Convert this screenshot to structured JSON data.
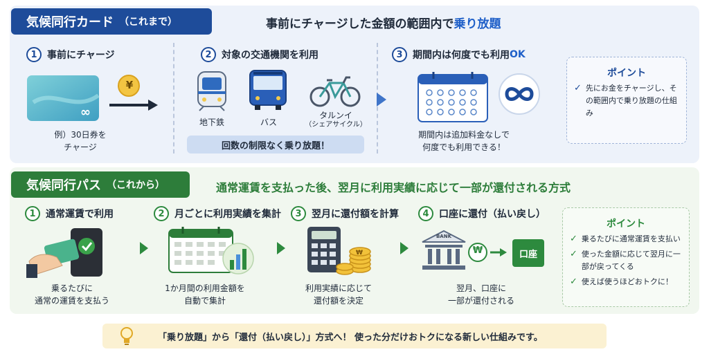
{
  "section1": {
    "tag_title": "気候同行カード",
    "tag_sub": "（これまで）",
    "headline_pre": "事前にチャージした金額の範囲内で",
    "headline_hl": "乗り放題",
    "steps": [
      {
        "num": "1",
        "label": "事前にチャージ"
      },
      {
        "num": "2",
        "label": "対象の交通機関を利用"
      },
      {
        "num": "3",
        "label": "期間内は何度でも利用",
        "label_hl": "OK"
      }
    ],
    "card_caption_1": "例）30日券を",
    "card_caption_2": "チャージ",
    "coin_symbol": "¥",
    "transport": [
      {
        "label": "地下鉄",
        "icon": "subway-icon"
      },
      {
        "label": "バス",
        "icon": "bus-icon"
      },
      {
        "label": "タルンイ",
        "sub": "（シェアサイクル）",
        "icon": "bicycle-icon"
      }
    ],
    "pill": "回数の制限なく乗り放題！",
    "calendar_caption_1": "期間内は追加料金なしで",
    "calendar_caption_2": "何度でも利用できる！",
    "point_title": "ポイント",
    "point_items": [
      "先にお金をチャージし、その範囲内で乗り放題の仕組み"
    ]
  },
  "section2": {
    "tag_title": "気候同行パス",
    "tag_sub": "（これから）",
    "headline": "通常運賃を支払った後、翌月に利用実績に応じて一部が還付される方式",
    "steps": [
      {
        "num": "1",
        "label": "通常運賃で利用",
        "caption_1": "乗るたびに",
        "caption_2": "通常の運賃を支払う"
      },
      {
        "num": "2",
        "label": "月ごとに利用実績を集計",
        "caption_1": "1か月間の利用金額を",
        "caption_2": "自動で集計"
      },
      {
        "num": "3",
        "label": "翌月に還付額を計算",
        "caption_1": "利用実績に応じて",
        "caption_2": "還付額を決定"
      },
      {
        "num": "4",
        "label": "口座に還付（払い戻し）",
        "caption_1": "翌月、口座に",
        "caption_2": "一部が還付される"
      }
    ],
    "bank_label": "BANK",
    "won_symbol": "₩",
    "account_label": "口座",
    "point_title": "ポイント",
    "point_items": [
      "乗るたびに通常運賃を支払い",
      "使った金額に応じて翌月に一部が戻ってくる",
      "使えば使うほどおトクに！"
    ]
  },
  "bottom_note": "「乗り放題」から「還付（払い戻し）」方式へ！ 使った分だけおトクになる新しい仕組みです。",
  "colors": {
    "blue": "#1e4c9a",
    "green": "#2d7d3a",
    "note_bg": "#fbf1d2"
  }
}
